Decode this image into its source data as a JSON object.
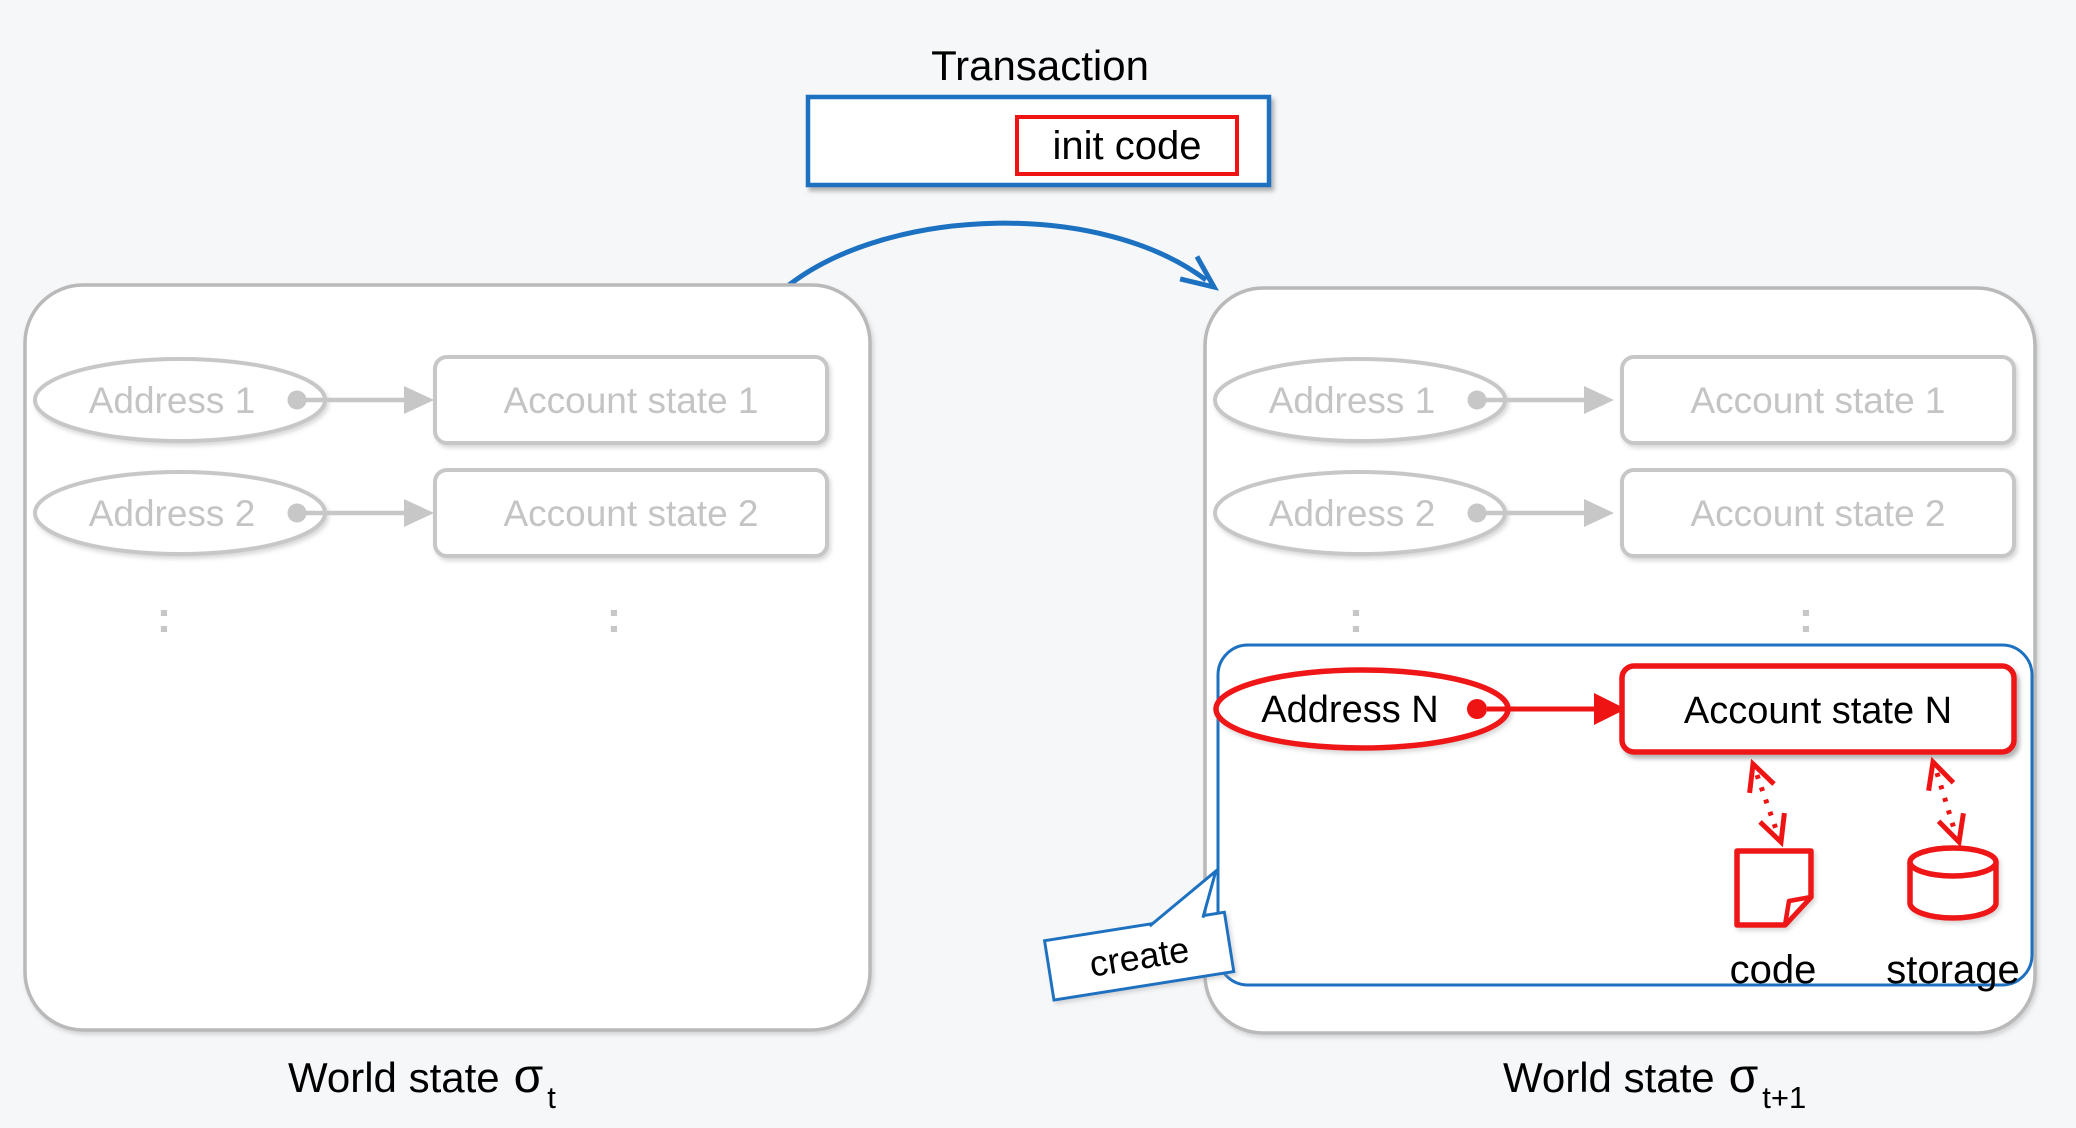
{
  "title": "Transaction",
  "transaction": {
    "init_code": "init code"
  },
  "dots": ":",
  "left_world": {
    "label": "World state",
    "sigma": "σ",
    "sub": "t",
    "rows": [
      {
        "address": "Address 1",
        "account": "Account state 1"
      },
      {
        "address": "Address 2",
        "account": "Account state 2"
      }
    ]
  },
  "right_world": {
    "label": "World state",
    "sigma": "σ",
    "sub": "t+1",
    "rows": [
      {
        "address": "Address 1",
        "account": "Account state 1"
      },
      {
        "address": "Address 2",
        "account": "Account state 2"
      }
    ],
    "new_account": {
      "address": "Address N",
      "account": "Account state N",
      "code": "code",
      "storage": "storage",
      "create": "create"
    }
  },
  "colors": {
    "blue": "#1d71c1",
    "red": "#ee1414",
    "gray_line": "#b9b9b9",
    "gray_content": "#c7c7c7",
    "background": "#f6f7f9",
    "text_black": "#000000"
  }
}
